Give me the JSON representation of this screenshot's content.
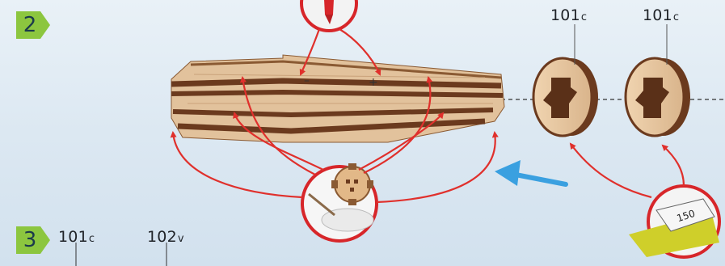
{
  "steps": [
    {
      "number": "2"
    },
    {
      "number": "3"
    }
  ],
  "part_labels": {
    "ring_1": {
      "code": "101",
      "suffix": "c"
    },
    "ring_2": {
      "code": "101",
      "suffix": "c"
    },
    "step3_a": {
      "code": "101",
      "suffix": "c"
    },
    "step3_b": {
      "code": "102",
      "suffix": "v"
    }
  },
  "sandpaper": {
    "grit": "150"
  },
  "beam_marks": {
    "minus": "–",
    "plus": "+"
  },
  "icons": [
    "glue-bottle-icon",
    "gear-glue-icon",
    "sandpaper-icon",
    "insert-direction-arrow-icon"
  ],
  "colors": {
    "step_badge": "#8cc63f",
    "callout_red": "#d7262a",
    "arrow_red": "#e0302c",
    "direction_arrow": "#3aa0e0",
    "wood_light": "#e2c29c",
    "wood_dark": "#6b3a1e"
  }
}
